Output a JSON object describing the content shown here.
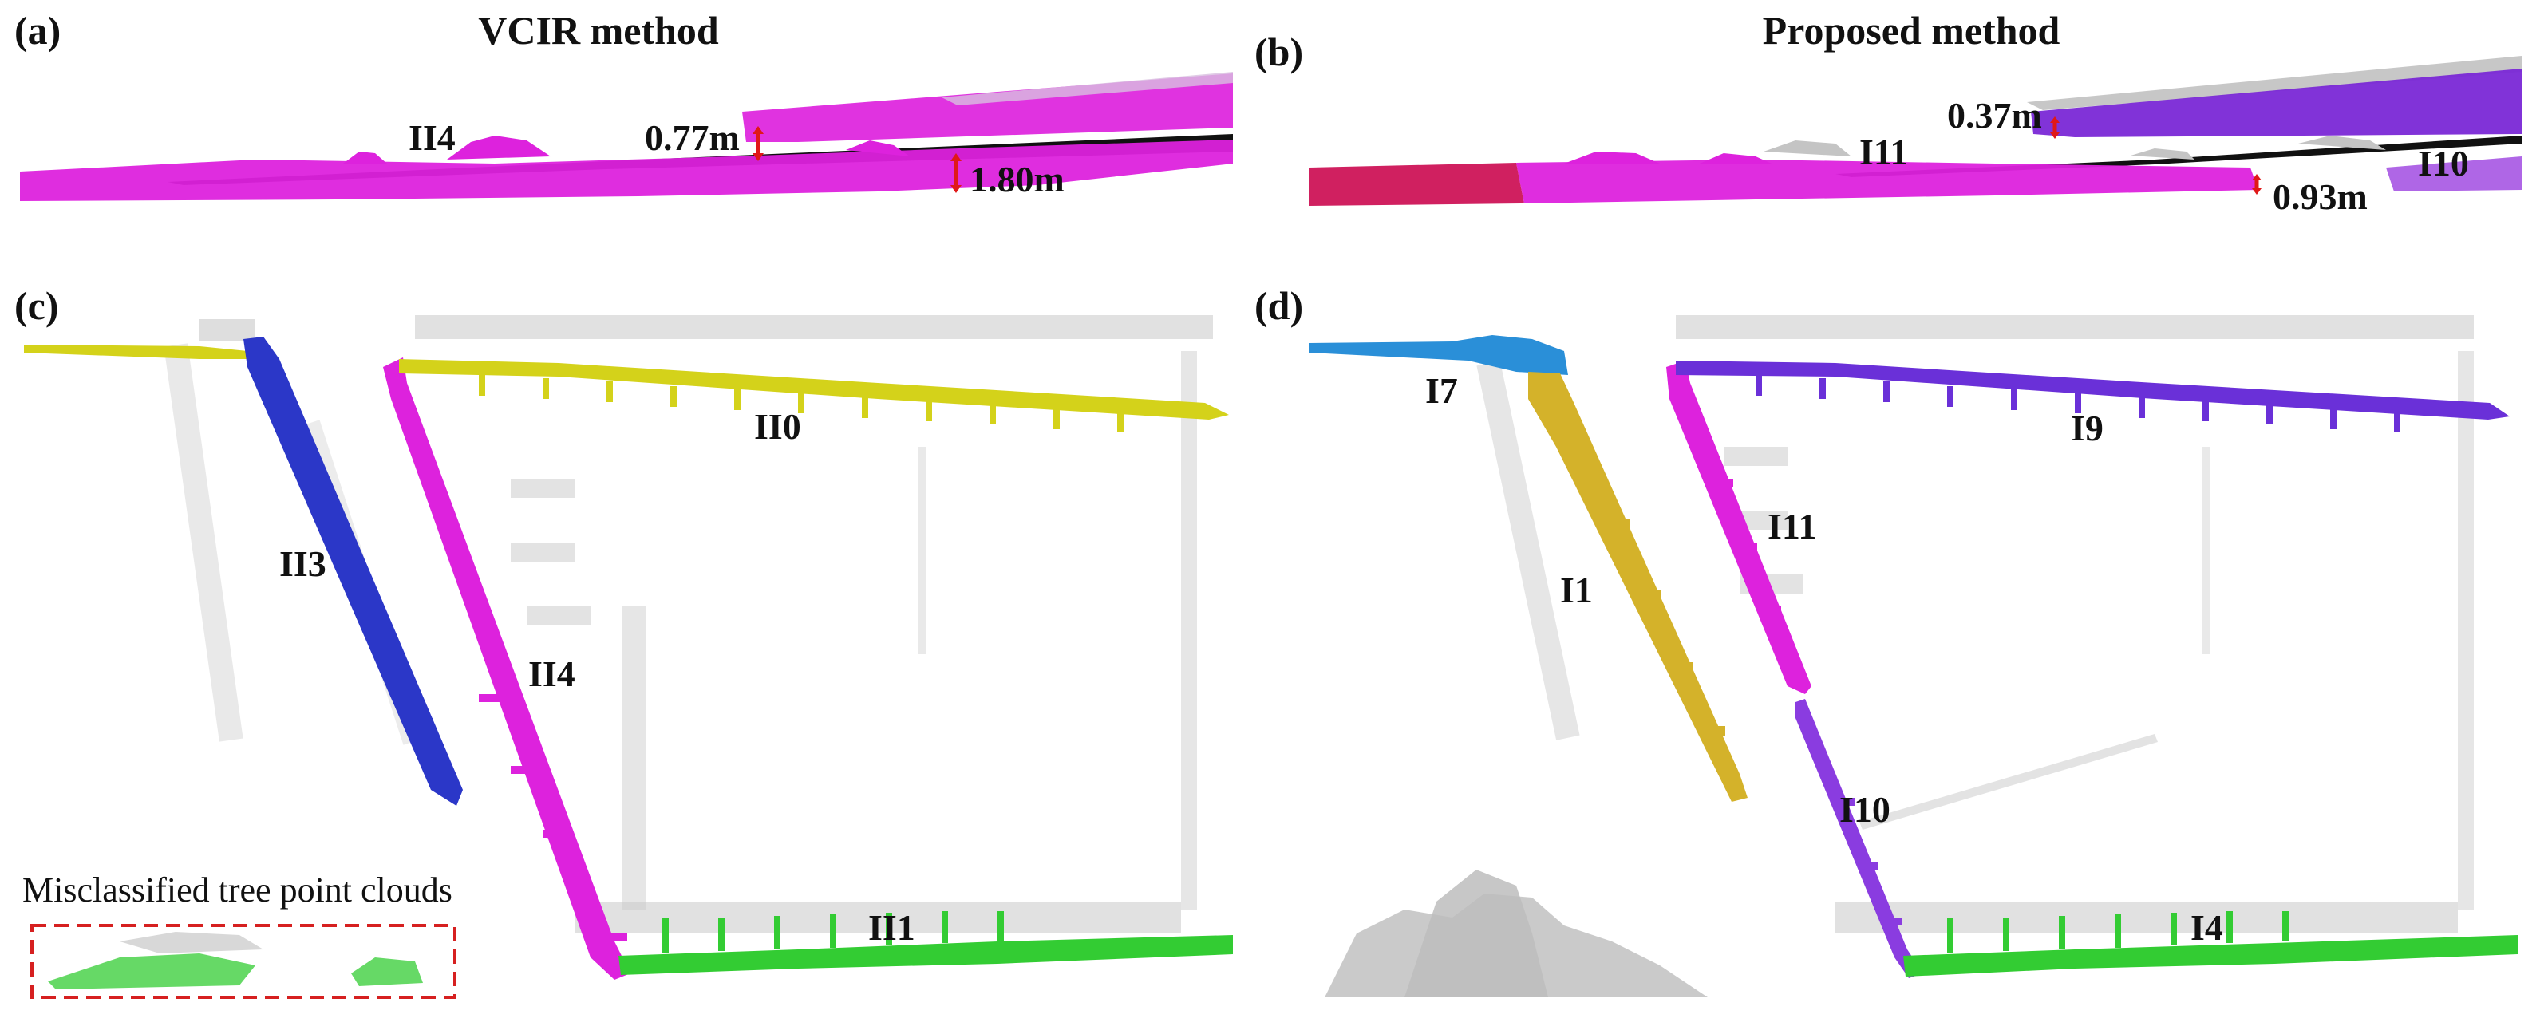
{
  "colors": {
    "magenta": "#dd22dd",
    "purple": "#7a28d6",
    "crimson": "#d02060",
    "yellow": "#d4d21a",
    "blue": "#2b37c8",
    "green": "#33cc33",
    "gold": "#d4b22a",
    "sky": "#2a8fd8",
    "gray": "#c4c4c4",
    "black": "#111111",
    "arrow": "#e01818",
    "dash": "#d62020"
  },
  "panels": {
    "a": {
      "label": "(a)",
      "title": "VCIR method",
      "road_label": "II4",
      "measure_1": "0.77m",
      "measure_2": "1.80m"
    },
    "b": {
      "label": "(b)",
      "title": "Proposed method",
      "road_label_1": "I11",
      "road_label_2": "I10",
      "measure_1": "0.37m",
      "measure_2": "0.93m"
    },
    "c": {
      "label": "(c)",
      "roads": [
        "II0",
        "II3",
        "II4",
        "II1"
      ],
      "note": "Misclassified tree point clouds"
    },
    "d": {
      "label": "(d)",
      "roads": [
        "I7",
        "I9",
        "I11",
        "I1",
        "I10",
        "I4"
      ]
    }
  }
}
